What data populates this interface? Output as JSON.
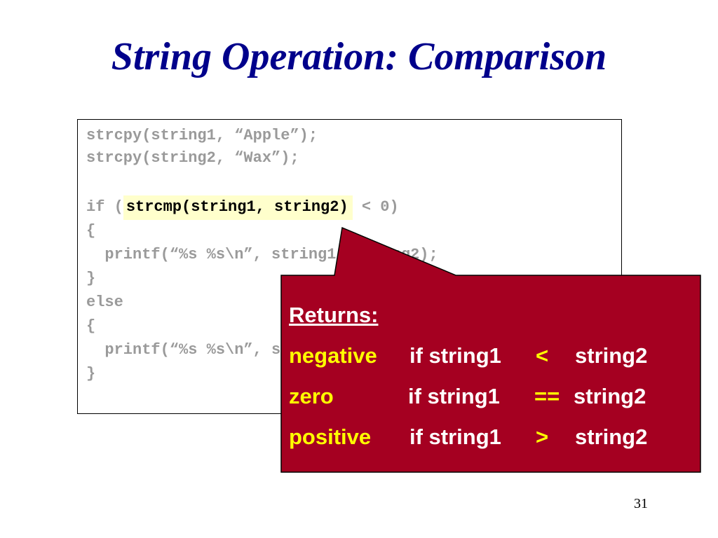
{
  "slide": {
    "title": "String Operation: Comparison",
    "page_number": "31"
  },
  "code": {
    "line1": "strcpy(string1, “Apple”);",
    "line2": "strcpy(string2, “Wax”);",
    "line4_prefix": "if (",
    "line4_highlight": "strcmp(string1, string2)",
    "line4_suffix": " < 0)",
    "line5": "{",
    "line6": "  printf(“%s %s\\n”, string1, string2);",
    "line7": "}",
    "line8": "else",
    "line9": "{",
    "line10": "  printf(“%s %s\\n”, string2, string1);",
    "line11": "}"
  },
  "callout": {
    "heading": "Returns:",
    "rows": [
      {
        "result": "negative",
        "condition": "if string1",
        "operator": "<",
        "operand": "string2"
      },
      {
        "result": "zero",
        "condition": "if string1",
        "operator": "==",
        "operand": "string2"
      },
      {
        "result": "positive",
        "condition": "if string1",
        "operator": ">",
        "operand": "string2"
      }
    ],
    "colors": {
      "fill": "#a50021",
      "result_text": "#ffff00",
      "body_text": "#ffffff"
    }
  },
  "colors": {
    "title": "#00008b",
    "code_text": "#9a9a9a",
    "highlight_bg": "#ffffcc"
  }
}
